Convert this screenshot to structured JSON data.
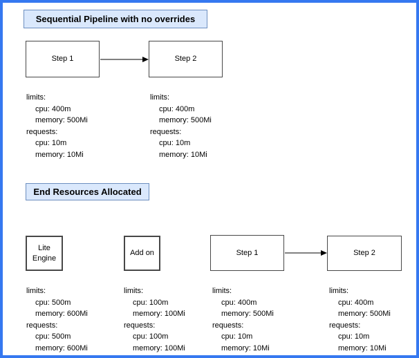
{
  "colors": {
    "frame_border": "#3578f0",
    "title_fill": "#dae8fc",
    "title_border": "#6c8ebf",
    "node_border": "#474747",
    "arrow": "#000000",
    "text": "#000000"
  },
  "section1": {
    "title": "Sequential Pipeline with no overrides",
    "nodes": [
      {
        "label": "Step 1"
      },
      {
        "label": "Step 2"
      }
    ],
    "resources": [
      {
        "lines": [
          "limits:",
          "cpu: 400m",
          "memory: 500Mi",
          "requests:",
          "cpu: 10m",
          "memory: 10Mi"
        ]
      },
      {
        "lines": [
          "limits:",
          "cpu: 400m",
          "memory: 500Mi",
          "requests:",
          "cpu: 10m",
          "memory: 10Mi"
        ]
      }
    ]
  },
  "section2": {
    "title": "End Resources Allocated",
    "nodes": [
      {
        "label": "Lite Engine"
      },
      {
        "label": "Add on"
      },
      {
        "label": "Step 1"
      },
      {
        "label": "Step 2"
      }
    ],
    "resources": [
      {
        "lines": [
          "limits:",
          "cpu: 500m",
          "memory: 600Mi",
          "requests:",
          "cpu: 500m",
          "memory: 600Mi"
        ]
      },
      {
        "lines": [
          "limits:",
          "cpu: 100m",
          "memory: 100Mi",
          "requests:",
          "cpu: 100m",
          "memory: 100Mi"
        ]
      },
      {
        "lines": [
          "limits:",
          "cpu: 400m",
          "memory: 500Mi",
          "requests:",
          "cpu: 10m",
          "memory: 10Mi"
        ]
      },
      {
        "lines": [
          "limits:",
          "cpu: 400m",
          "memory: 500Mi",
          "requests:",
          "cpu: 10m",
          "memory: 10Mi"
        ]
      }
    ]
  }
}
